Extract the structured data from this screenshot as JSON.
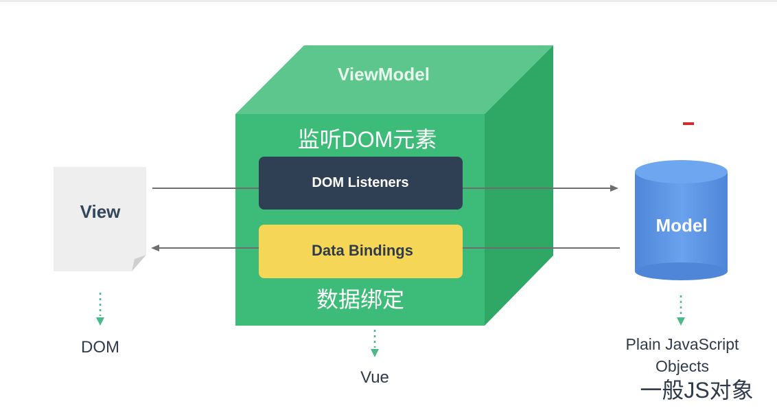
{
  "viewmodel": {
    "title": "ViewModel",
    "listen_note": "监听DOM元素",
    "dom_listeners_label": "DOM Listeners",
    "data_bindings_label": "Data Bindings",
    "binding_note": "数据绑定"
  },
  "view": {
    "label": "View",
    "target_label": "DOM"
  },
  "model": {
    "label": "Model",
    "target_line1": "Plain JavaScript",
    "target_line2": "Objects",
    "target_note": "一般JS对象"
  },
  "vue_label": "Vue",
  "colors": {
    "cube_front": "#3dbb78",
    "cube_top": "#5cc68d",
    "cube_side": "#2fa765",
    "dom_listeners_box": "#2f4055",
    "data_bindings_box": "#f6d657",
    "model_cylinder": "#5b93e3",
    "dotted_arrow": "#4bb88a",
    "connector_arrow": "#6e6e6e",
    "small_red_mark": "#d42b2b"
  }
}
